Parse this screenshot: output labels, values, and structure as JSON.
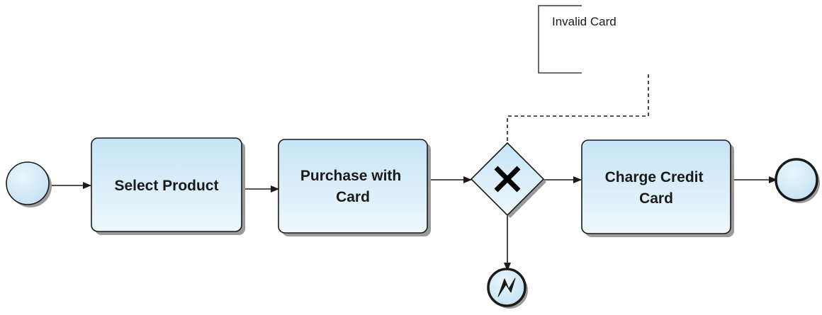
{
  "diagram": {
    "type": "bpmn-process",
    "nodes": {
      "start_event": {
        "kind": "start-event"
      },
      "task_select_product": {
        "kind": "task",
        "lines": [
          "Select Product"
        ]
      },
      "task_purchase_with_card": {
        "kind": "task",
        "lines": [
          "Purchase with",
          "Card"
        ]
      },
      "gateway": {
        "kind": "exclusive-gateway",
        "marker": "x-icon"
      },
      "task_charge_credit_card": {
        "kind": "task",
        "lines": [
          "Charge Credit",
          "Card"
        ]
      },
      "end_event": {
        "kind": "end-event"
      },
      "error_end_event": {
        "kind": "error-end-event",
        "marker": "lightning-icon"
      }
    },
    "annotation": {
      "text": "Invalid Card",
      "attached_to": "gateway"
    },
    "flows": [
      [
        "start_event",
        "task_select_product"
      ],
      [
        "task_select_product",
        "task_purchase_with_card"
      ],
      [
        "task_purchase_with_card",
        "gateway"
      ],
      [
        "gateway",
        "task_charge_credit_card"
      ],
      [
        "task_charge_credit_card",
        "end_event"
      ],
      [
        "gateway",
        "error_end_event"
      ]
    ],
    "colors": {
      "task_fill_top": "#c6e4f6",
      "task_fill_bottom": "#eef8fd",
      "event_fill": "#d6ecf8",
      "stroke": "#1a1a1a",
      "shadow": "#9a9a9a"
    }
  }
}
